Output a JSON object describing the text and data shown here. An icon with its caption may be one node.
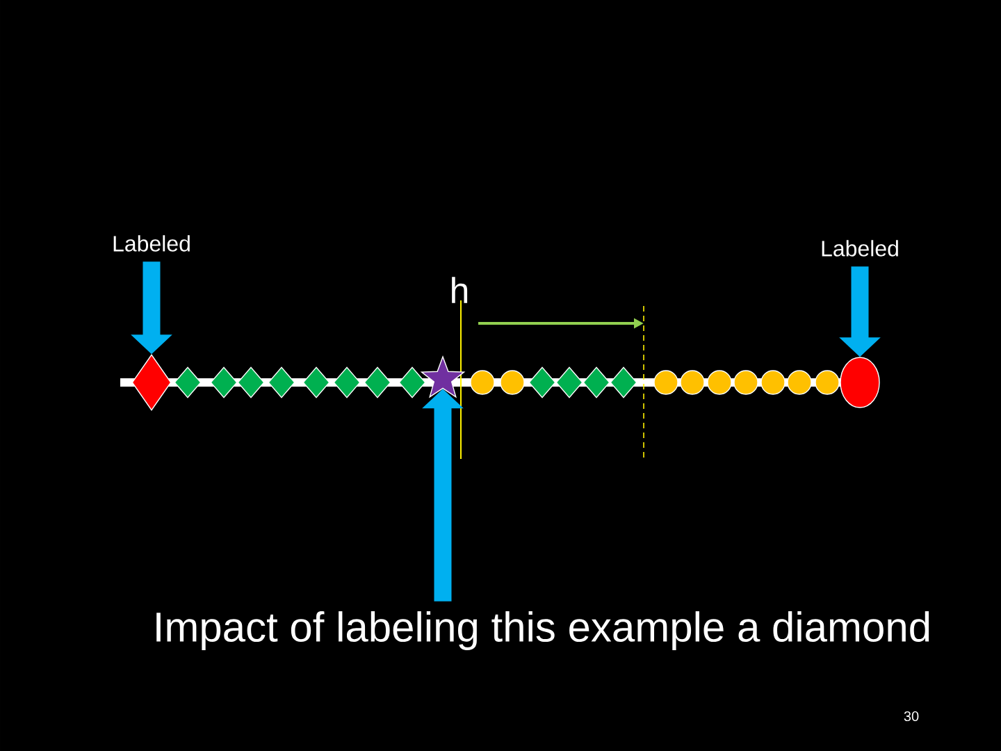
{
  "diagram": {
    "nodes": [
      {
        "text": [
          "Labeled"
        ]
      },
      {
        "text": [
          "Labeled"
        ]
      },
      {
        "text": [
          "Impact of labeling this example a diamond"
        ]
      },
      {
        "text": [],
        "shape": "diamond"
      },
      {
        "text": [],
        "shape": "diamond"
      },
      {
        "text": [],
        "shape": "diamond"
      },
      {
        "text": [],
        "shape": "diamond"
      },
      {
        "text": [],
        "shape": "diamond"
      },
      {
        "text": [],
        "shape": "diamond"
      },
      {
        "text": [],
        "shape": "diamond"
      },
      {
        "text": [],
        "shape": "diamond"
      },
      {
        "text": [],
        "shape": "diamond"
      },
      {
        "text": [],
        "shape": "star"
      },
      {
        "text": [],
        "shape": "circle"
      },
      {
        "text": [],
        "shape": "circle"
      },
      {
        "text": [],
        "shape": "diamond"
      },
      {
        "text": [],
        "shape": "diamond"
      },
      {
        "text": [],
        "shape": "diamond"
      },
      {
        "text": [],
        "shape": "diamond"
      },
      {
        "text": [],
        "shape": "circle"
      },
      {
        "text": [],
        "shape": "circle"
      },
      {
        "text": [],
        "shape": "circle"
      },
      {
        "text": [],
        "shape": "circle"
      },
      {
        "text": [],
        "shape": "circle"
      },
      {
        "text": [],
        "shape": "circle"
      },
      {
        "text": [],
        "shape": "circle"
      },
      {
        "text": [],
        "shape": "circle"
      }
    ],
    "edges": [
      {
        "from": 0,
        "to": 3,
        "arrow": "to"
      },
      {
        "from": 1,
        "to": 26,
        "arrow": "to"
      },
      {
        "from": 2,
        "to": 12,
        "arrow": "to"
      }
    ],
    "labels": [
      "h",
      "30"
    ]
  }
}
